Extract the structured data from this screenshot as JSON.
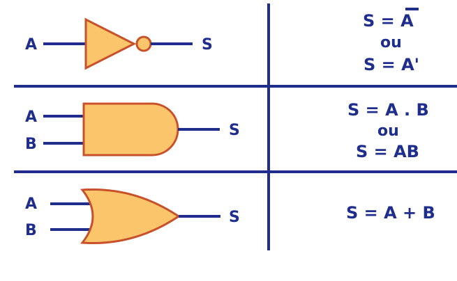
{
  "colors": {
    "line": "#1f2d8c",
    "gate_fill": "#fbc66b",
    "gate_stroke": "#c8502a",
    "text": "#1f2d8c",
    "background": "#ffffff"
  },
  "rows": [
    {
      "gate": "not-gate",
      "inputs": [
        "A"
      ],
      "output": "S",
      "expression": [
        "S = A",
        "ou",
        "S = A'"
      ],
      "overlined": "A"
    },
    {
      "gate": "and-gate",
      "inputs": [
        "A",
        "B"
      ],
      "output": "S",
      "expression": [
        "S = A . B",
        "ou",
        "S = AB"
      ]
    },
    {
      "gate": "or-gate",
      "inputs": [
        "A",
        "B"
      ],
      "output": "S",
      "expression": [
        "S = A + B"
      ]
    }
  ]
}
